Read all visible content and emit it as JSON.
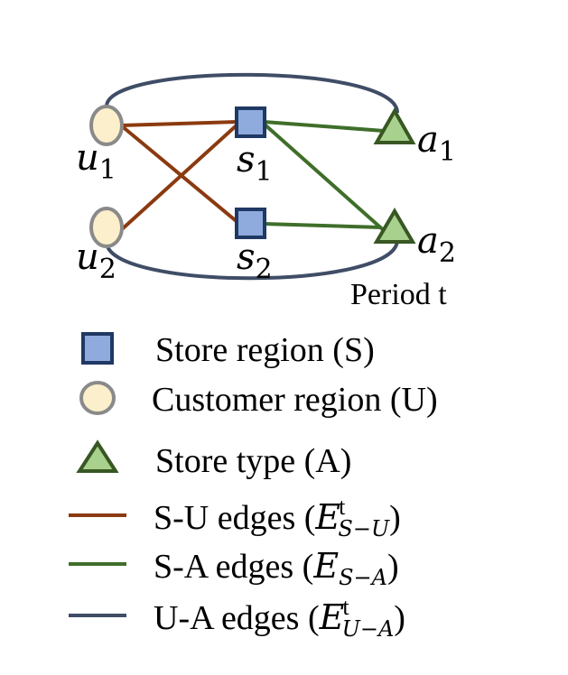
{
  "graph": {
    "nodes": {
      "u1": {
        "base": "u",
        "sub": "1"
      },
      "u2": {
        "base": "u",
        "sub": "2"
      },
      "s1": {
        "base": "s",
        "sub": "1"
      },
      "s2": {
        "base": "s",
        "sub": "2"
      },
      "a1": {
        "base": "a",
        "sub": "1"
      },
      "a2": {
        "base": "a",
        "sub": "2"
      }
    },
    "period_label": "Period t"
  },
  "legend": {
    "store_region": "Store region (S)",
    "customer_region": "Customer region (U)",
    "store_type": "Store type (A)",
    "su_edges": {
      "text": "S-U edges (",
      "E": "E",
      "sup": "t",
      "sub": "S−U",
      "close": ")"
    },
    "sa_edges": {
      "text": "S-A edges (",
      "E": "E",
      "sub": "S−A",
      "close": ")"
    },
    "ua_edges": {
      "text": "U-A edges (",
      "E": "E",
      "sup": "t",
      "sub": "U−A",
      "close": ")"
    }
  },
  "colors": {
    "su_edge": "#8B3A10",
    "sa_edge": "#3F6E2A",
    "ua_edge": "#3F4D66",
    "store_fill": "#8FAADC",
    "store_stroke": "#1F3864",
    "customer_fill": "#FCEFCB",
    "customer_stroke": "#8A8A8A",
    "type_fill": "#A9D18E",
    "type_stroke": "#385723"
  }
}
